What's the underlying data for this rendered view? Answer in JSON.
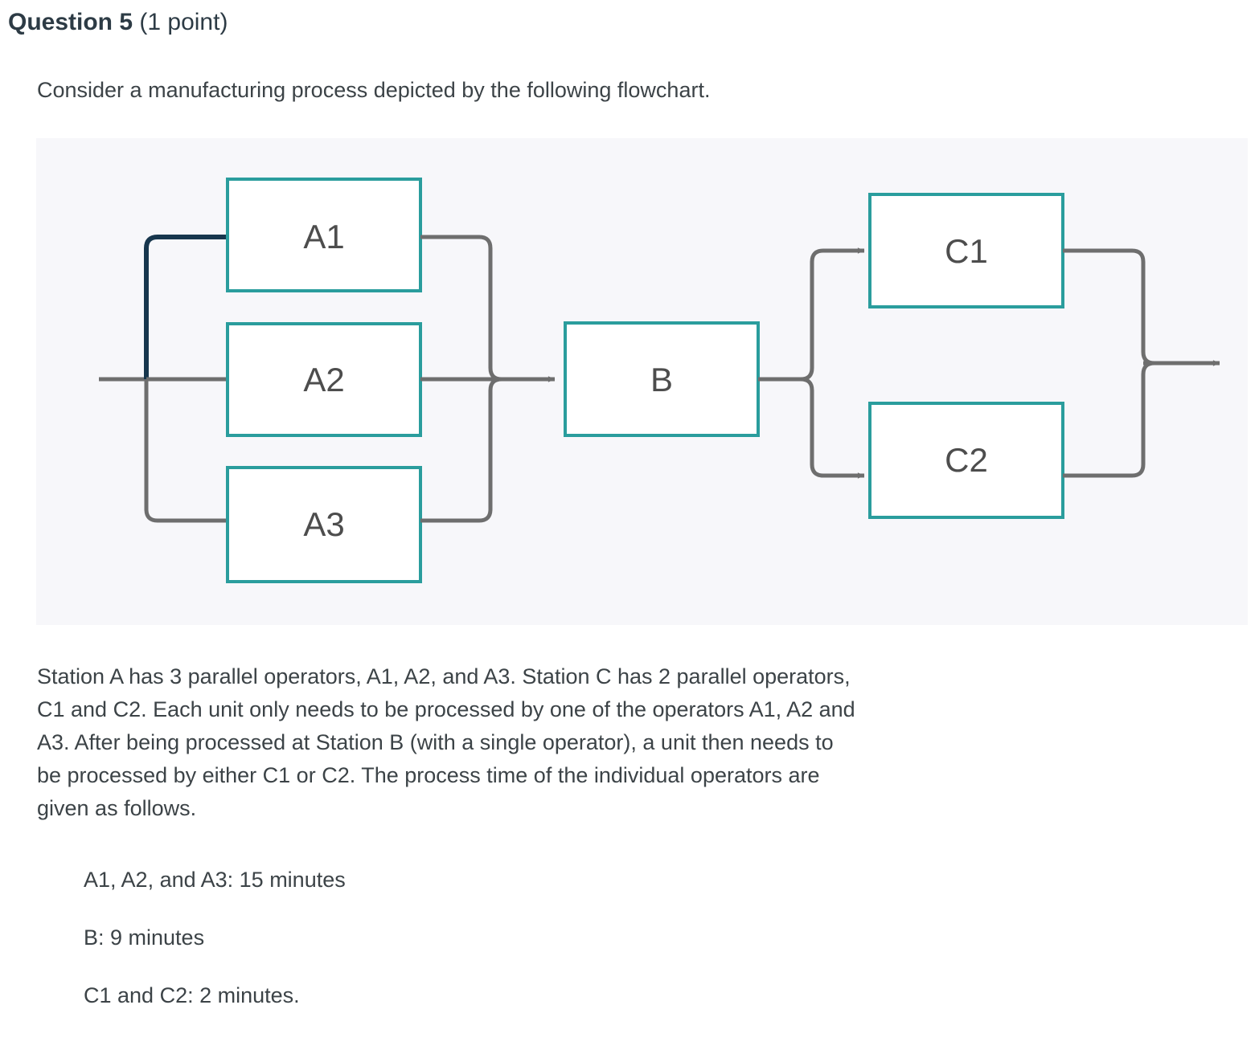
{
  "header": {
    "title": "Question 5",
    "points": "(1 point)"
  },
  "intro": "Consider a manufacturing process depicted by the following flowchart.",
  "diagram": {
    "type": "flowchart",
    "background": "#f7f7fa",
    "node_border_color": "#2a9d9d",
    "node_fill": "#ffffff",
    "connector_color": "#6e6e6e",
    "highlight_connector_color": "#17364d",
    "label_color": "#4d4d4d",
    "nodes": [
      {
        "id": "A1",
        "label": "A1"
      },
      {
        "id": "A2",
        "label": "A2"
      },
      {
        "id": "A3",
        "label": "A3"
      },
      {
        "id": "B",
        "label": "B"
      },
      {
        "id": "C1",
        "label": "C1"
      },
      {
        "id": "C2",
        "label": "C2"
      }
    ],
    "edges": [
      {
        "from": "input",
        "to": "A1"
      },
      {
        "from": "input",
        "to": "A2"
      },
      {
        "from": "input",
        "to": "A3"
      },
      {
        "from": "A1",
        "to": "B"
      },
      {
        "from": "A2",
        "to": "B"
      },
      {
        "from": "A3",
        "to": "B"
      },
      {
        "from": "B",
        "to": "C1"
      },
      {
        "from": "B",
        "to": "C2"
      },
      {
        "from": "C1",
        "to": "output"
      },
      {
        "from": "C2",
        "to": "output"
      }
    ]
  },
  "body": {
    "lines": [
      "Station A has 3 parallel operators, A1, A2, and A3. Station C has 2 parallel operators,",
      "C1 and C2. Each unit only needs to be processed by one of the operators A1, A2 and",
      "A3. After being processed at Station B (with a single operator), a unit then needs to",
      "be processed by either C1 or C2. The process time of the individual operators are",
      "given as follows."
    ]
  },
  "process_times": [
    "A1, A2, and A3: 15 minutes",
    "B: 9 minutes",
    "C1 and C2: 2 minutes."
  ]
}
